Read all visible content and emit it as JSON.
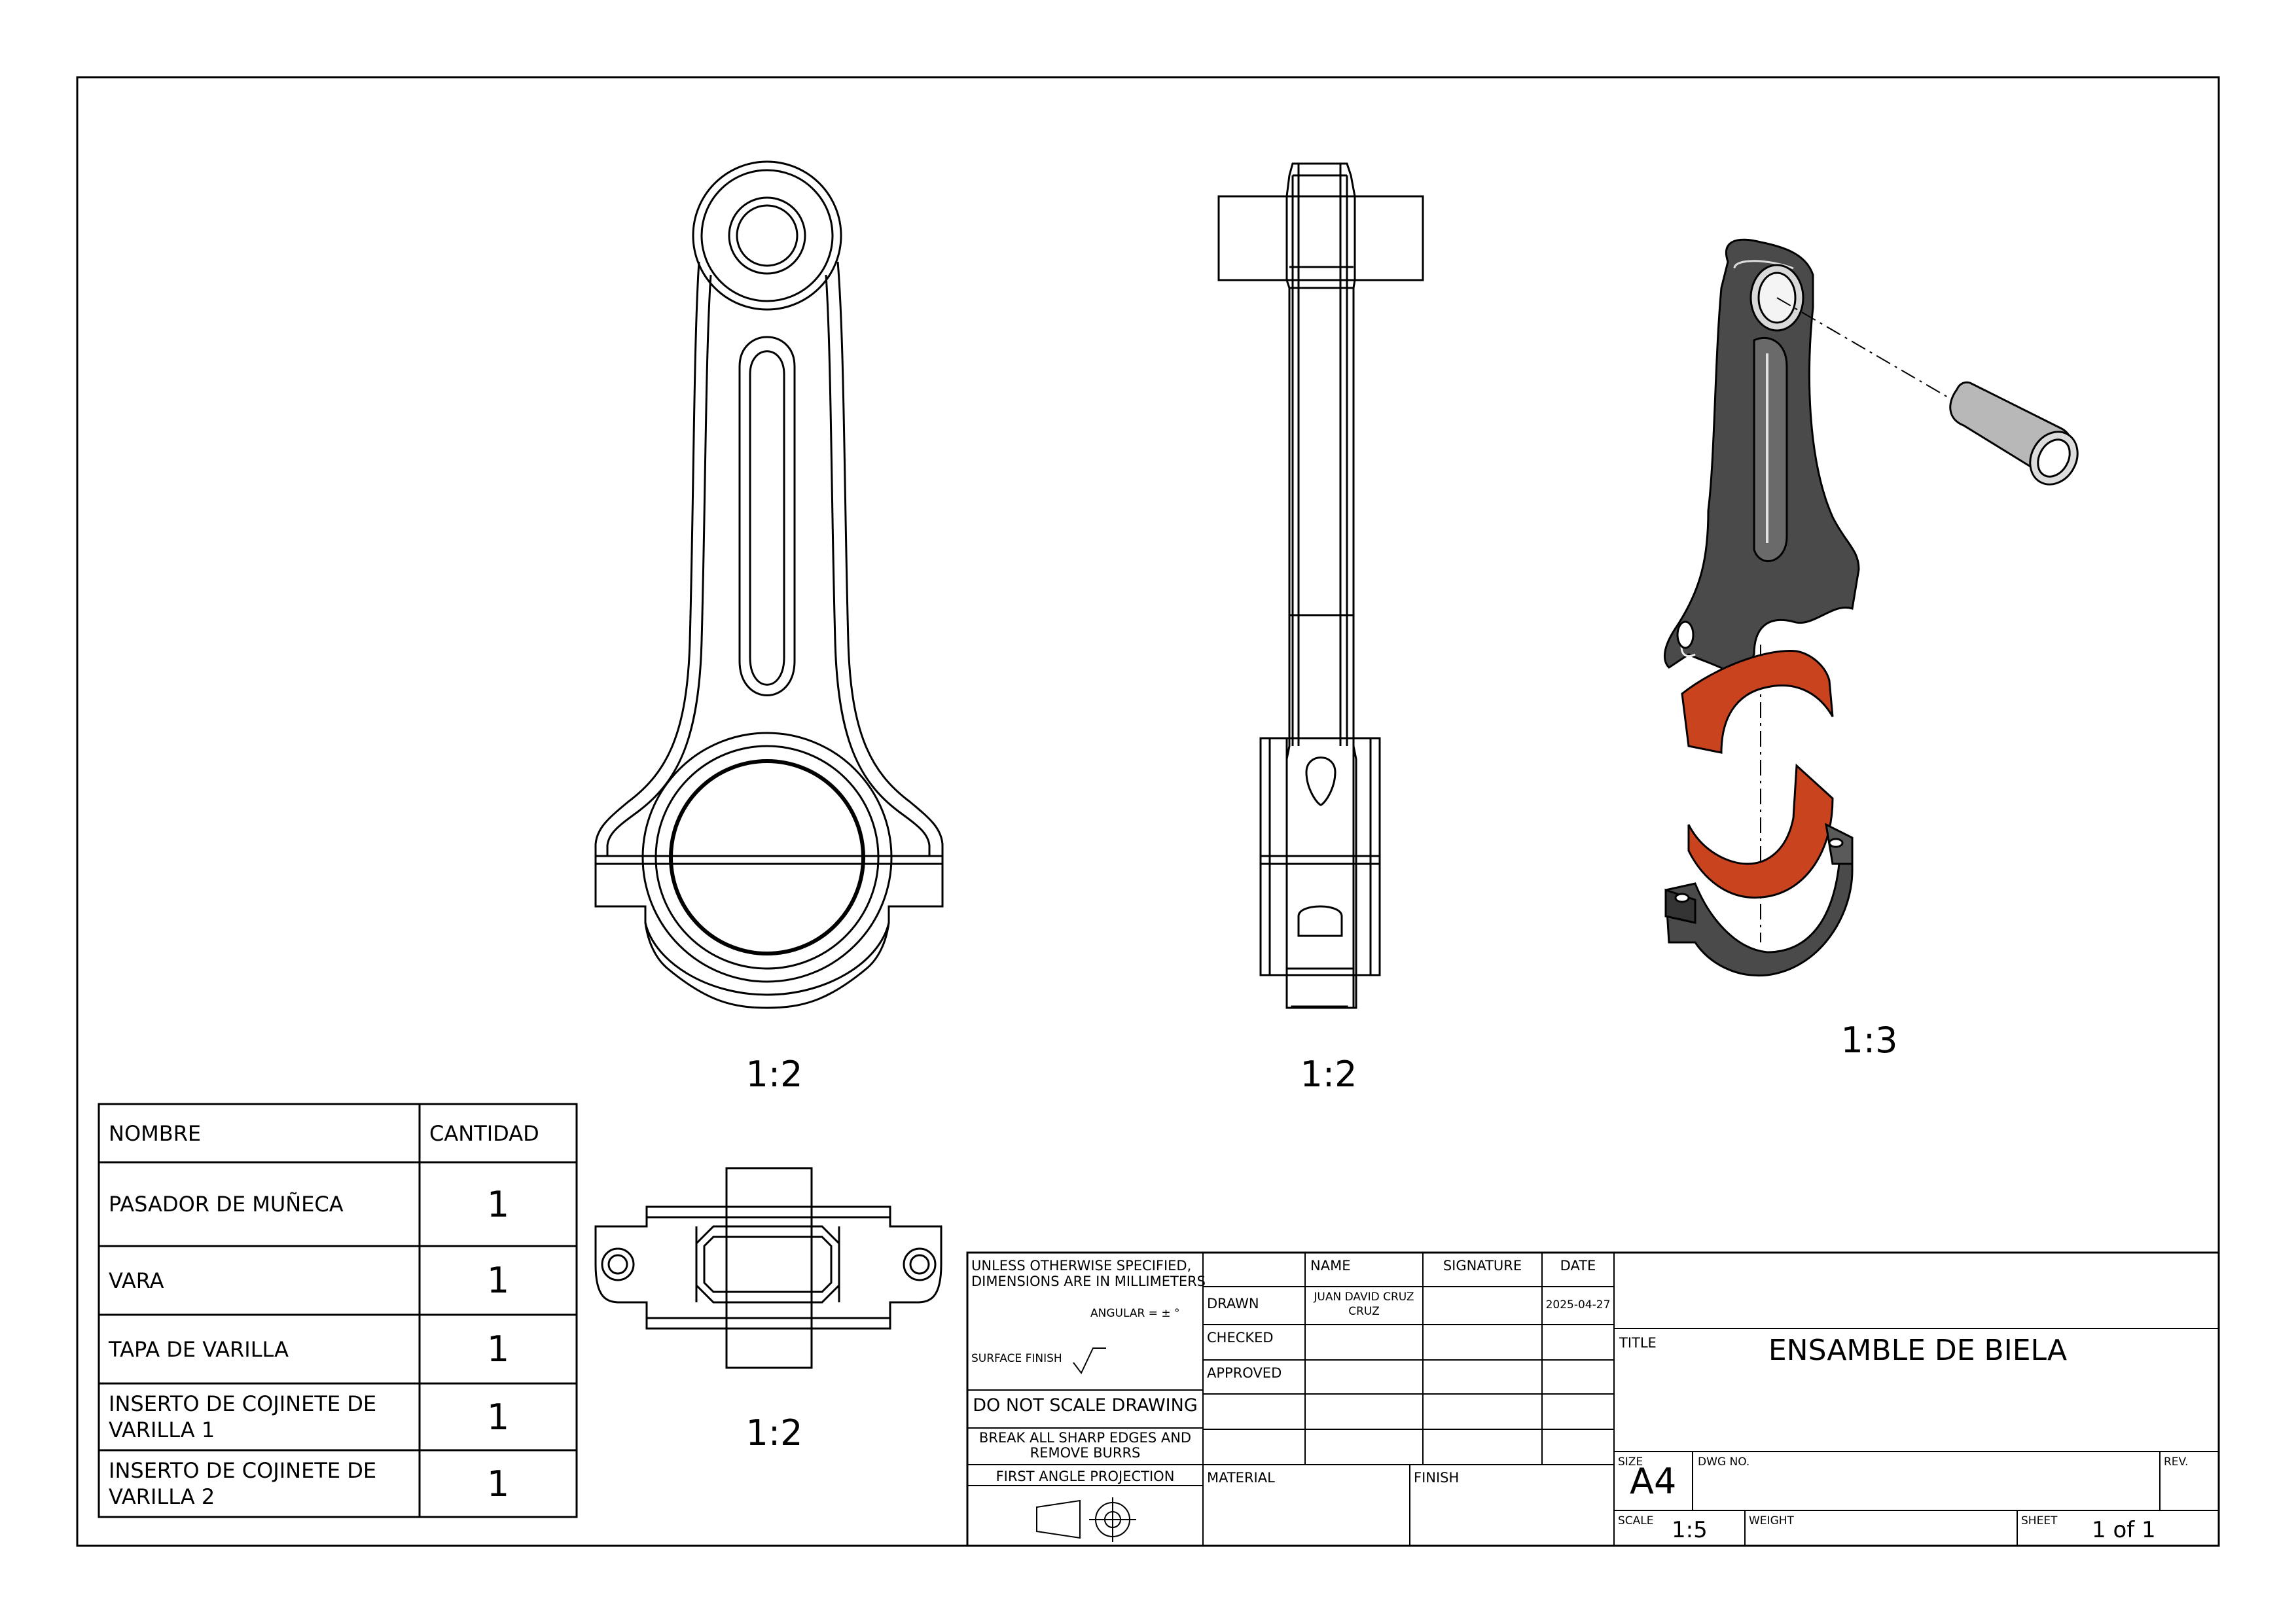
{
  "views": {
    "front_scale": "1:2",
    "side_scale": "1:2",
    "top_scale": "1:2",
    "iso_scale": "1:3"
  },
  "bom": {
    "headers": [
      "NOMBRE",
      "CANTIDAD"
    ],
    "rows": [
      {
        "name": "PASADOR DE MUÑECA",
        "qty": "1"
      },
      {
        "name": "VARA",
        "qty": "1"
      },
      {
        "name": "TAPA DE VARILLA",
        "qty": "1"
      },
      {
        "name_line1": "INSERTO DE COJINETE DE",
        "name_line2": "VARILLA 1",
        "qty": "1"
      },
      {
        "name_line1": "INSERTO DE COJINETE DE",
        "name_line2": "VARILLA 2",
        "qty": "1"
      }
    ]
  },
  "title_block": {
    "unless_line1": "UNLESS OTHERWISE SPECIFIED,",
    "unless_line2": "DIMENSIONS ARE IN MILLIMETERS",
    "angular": "ANGULAR = ± °",
    "surface_finish": "SURFACE FINISH",
    "do_not_scale": "DO NOT SCALE DRAWING",
    "break_edges_line1": "BREAK ALL SHARP EDGES AND",
    "break_edges_line2": "REMOVE BURRS",
    "projection": "FIRST ANGLE PROJECTION",
    "col_name": "NAME",
    "col_signature": "SIGNATURE",
    "col_date": "DATE",
    "drawn_label": "DRAWN",
    "drawn_name_line1": "JUAN DAVID CRUZ",
    "drawn_name_line2": "CRUZ",
    "drawn_date": "2025-04-27",
    "checked_label": "CHECKED",
    "approved_label": "APPROVED",
    "material_label": "MATERIAL",
    "finish_label": "FINISH",
    "title_label": "TITLE",
    "title": "ENSAMBLE DE  BIELA",
    "size_label": "SIZE",
    "size": "A4",
    "dwg_label": "DWG NO.",
    "rev_label": "REV.",
    "scale_label": "SCALE",
    "scale": "1:5",
    "weight_label": "WEIGHT",
    "sheet_label": "SHEET",
    "sheet": "1 of 1"
  },
  "colors": {
    "bearing": "#c9431f",
    "steel_dark": "#4a4a4a",
    "pin": "#b8b8b8"
  }
}
